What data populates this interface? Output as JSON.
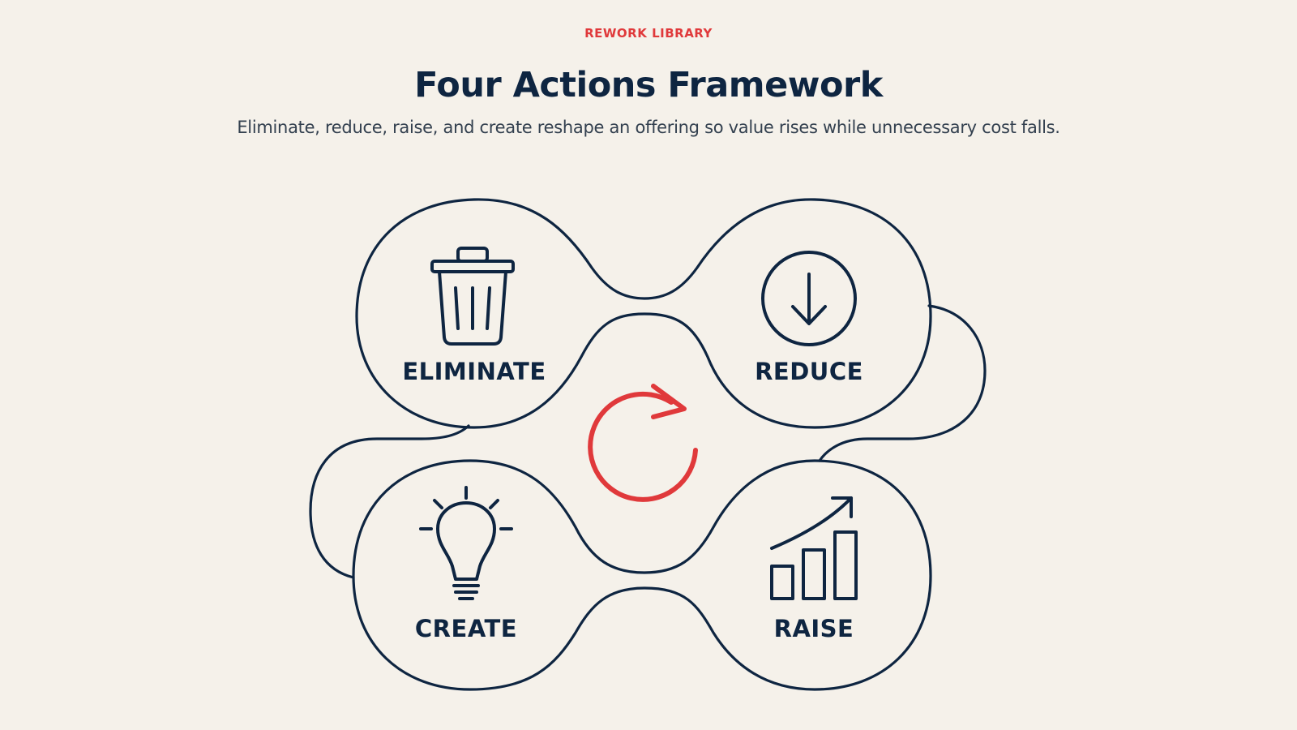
{
  "header": {
    "eyebrow": "REWORK LIBRARY",
    "title": "Four Actions Framework",
    "subtitle": "Eliminate, reduce, raise, and create reshape an offering so value rises while unnecessary cost falls."
  },
  "diagram": {
    "actions": [
      {
        "label": "ELIMINATE",
        "icon": "trash-icon"
      },
      {
        "label": "REDUCE",
        "icon": "arrow-down-circle-icon"
      },
      {
        "label": "CREATE",
        "icon": "lightbulb-icon"
      },
      {
        "label": "RAISE",
        "icon": "bar-chart-up-icon"
      }
    ],
    "center_icon": "cycle-arrow-icon"
  },
  "colors": {
    "background": "#f5f1ea",
    "ink": "#0e2541",
    "accent": "#e0393b"
  }
}
